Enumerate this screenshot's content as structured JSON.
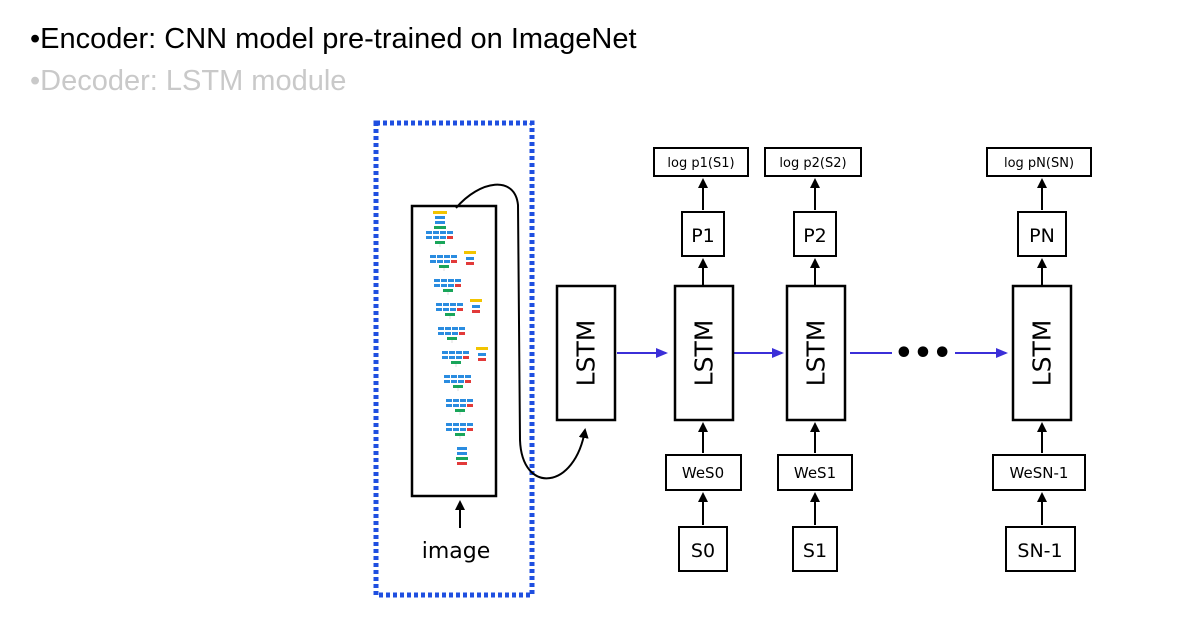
{
  "bullets": [
    {
      "text": "•Encoder: CNN model pre-trained on ImageNet",
      "state": "active"
    },
    {
      "text": "•Decoder: LSTM module",
      "state": "faded"
    }
  ],
  "diagram": {
    "cnn_input_label": "image",
    "init_lstm_label": "LSTM",
    "steps": [
      {
        "lstm": "LSTM",
        "input_word": "S0",
        "embed": "WeS0",
        "prob": "P1",
        "output": "log p1(S1)"
      },
      {
        "lstm": "LSTM",
        "input_word": "S1",
        "embed": "WeS1",
        "prob": "P2",
        "output": "log p2(S2)"
      },
      {
        "lstm": "LSTM",
        "input_word": "SN-1",
        "embed": "WeSN-1",
        "prob": "PN",
        "output": "log pN(SN)"
      }
    ],
    "ellipsis": "•••",
    "colors": {
      "highlight_box": "#1f4fe0",
      "recurrent_arrow": "#3b2fd8",
      "box_stroke": "#000000",
      "faded_text": "#c9c9c9"
    },
    "cnn_graph_colors": [
      "#f2c400",
      "#2a8ce0",
      "#19a55a",
      "#e23a3a",
      "#c7c7c7"
    ]
  }
}
